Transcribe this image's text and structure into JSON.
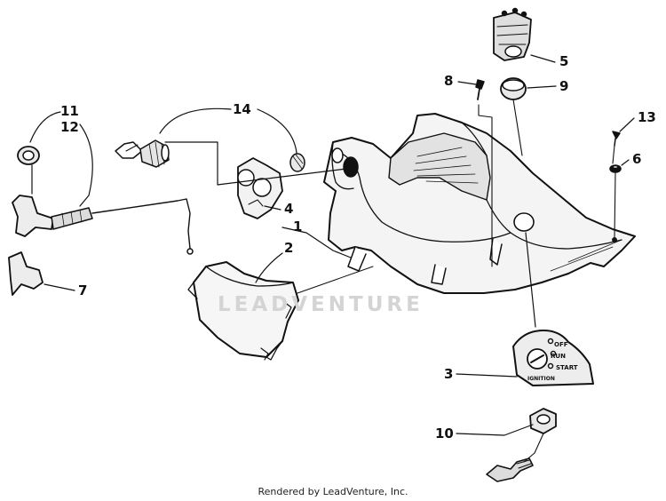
{
  "callouts": [
    {
      "id": "c1",
      "label": "1"
    },
    {
      "id": "c2",
      "label": "2"
    },
    {
      "id": "c3",
      "label": "3"
    },
    {
      "id": "c4",
      "label": "4"
    },
    {
      "id": "c5",
      "label": "5"
    },
    {
      "id": "c6",
      "label": "6"
    },
    {
      "id": "c7",
      "label": "7"
    },
    {
      "id": "c8",
      "label": "8"
    },
    {
      "id": "c9",
      "label": "9"
    },
    {
      "id": "c10",
      "label": "10"
    },
    {
      "id": "c11",
      "label": "11"
    },
    {
      "id": "c12",
      "label": "12"
    },
    {
      "id": "c13",
      "label": "13"
    },
    {
      "id": "c14",
      "label": "14"
    }
  ],
  "ignition_plate": {
    "off_label": "OFF",
    "run_label": "RUN",
    "start_label": "START",
    "ignition_label": "IGNITION"
  },
  "watermark_text": "LEADVENTURE",
  "footer_credit": "Rendered by LeadVenture, Inc."
}
